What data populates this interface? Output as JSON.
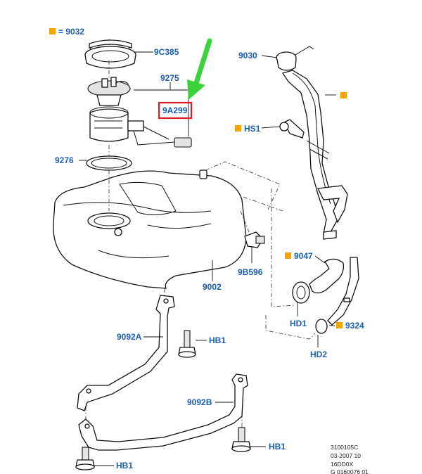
{
  "colors": {
    "label": "#1a5fb4",
    "marker": "#f5a300",
    "highlight": "#e01b24",
    "arrow": "#3bd23b"
  },
  "legend": {
    "marker_text": "= 9032"
  },
  "labels": {
    "p9c385": "9C385",
    "p9275": "9275",
    "p9a299": "9A299",
    "p9276": "9276",
    "p9030": "9030",
    "hs1": "HS1",
    "p9b596": "9B596",
    "p9002": "9002",
    "p9047": "9047",
    "hd1": "HD1",
    "p9324": "9324",
    "hd2": "HD2",
    "p9092a": "9092A",
    "hb1_upper": "HB1",
    "p9092b": "9092B",
    "hb1_right": "HB1",
    "hb1_lower": "HB1"
  },
  "reference": {
    "line1": "3100105C",
    "line2": "03-2007 10",
    "line3": "16DD0X",
    "line4": "G 0160076 01"
  }
}
